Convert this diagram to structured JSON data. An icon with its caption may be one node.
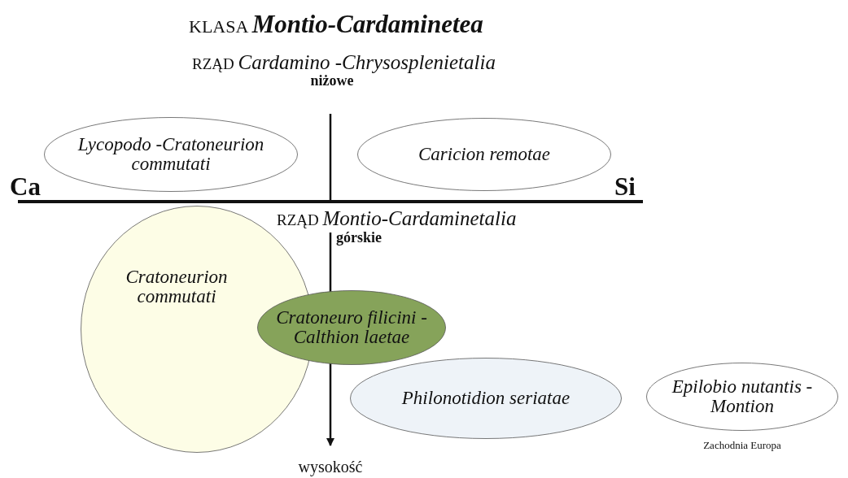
{
  "diagram": {
    "title": "KLASA *Montio-Cardaminetea*",
    "nodes": [
      {
        "text": [
          "Lycopodo -Cratoneurion commutati"
        ]
      },
      {
        "text": [
          "Caricion remotae"
        ]
      },
      {
        "text": [
          "Cratoneurion commutati"
        ]
      },
      {
        "text": [
          "Cratoneuro filicini -Calthion laetae"
        ]
      },
      {
        "text": [
          "Philonotidion seriatae"
        ]
      },
      {
        "text": [
          "Epilobio nutantis -Montion"
        ],
        "beside": [
          "Zachodnia Europa"
        ]
      }
    ],
    "labels": [
      "RZĄD *Cardamino -Chrysosplenietalia*",
      "niżowe",
      "Ca",
      "Si",
      "RZĄD *Montio-Cardaminetalia*",
      "górskie",
      "wysokość"
    ]
  }
}
